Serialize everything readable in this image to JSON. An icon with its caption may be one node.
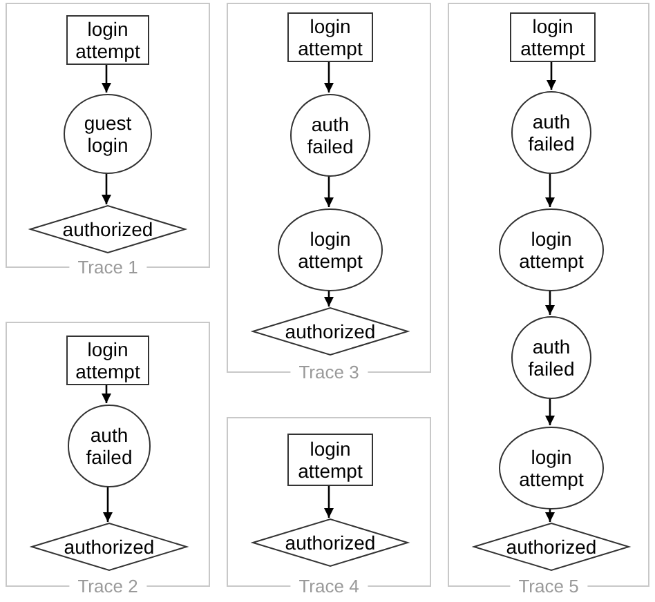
{
  "diagram": {
    "nodes": [
      {
        "text": [
          "Trace 1"
        ]
      },
      {
        "text": [
          "login attempt"
        ],
        "in": 0
      },
      {
        "text": [
          "guest login"
        ],
        "in": 0
      },
      {
        "text": [
          "authorized"
        ],
        "in": 0
      },
      {
        "text": [
          "Trace 2"
        ]
      },
      {
        "text": [
          "login attempt"
        ],
        "in": 4
      },
      {
        "text": [
          "auth failed"
        ],
        "in": 4
      },
      {
        "text": [
          "authorized"
        ],
        "in": 4
      },
      {
        "text": [
          "Trace 3"
        ]
      },
      {
        "text": [
          "login attempt"
        ],
        "in": 8
      },
      {
        "text": [
          "auth failed"
        ],
        "in": 8
      },
      {
        "text": [
          "login attempt"
        ],
        "in": 8
      },
      {
        "text": [
          "authorized"
        ],
        "in": 8
      },
      {
        "text": [
          "Trace 4"
        ]
      },
      {
        "text": [
          "login attempt"
        ],
        "in": 13
      },
      {
        "text": [
          "authorized"
        ],
        "in": 13
      },
      {
        "text": [
          "Trace 5"
        ]
      },
      {
        "text": [
          "login attempt"
        ],
        "in": 16
      },
      {
        "text": [
          "auth failed"
        ],
        "in": 16
      },
      {
        "text": [
          "login attempt"
        ],
        "in": 16
      },
      {
        "text": [
          "auth failed"
        ],
        "in": 16
      },
      {
        "text": [
          "login attempt"
        ],
        "in": 16
      },
      {
        "text": [
          "authorized"
        ],
        "in": 16
      }
    ],
    "edges": [
      {
        "from": 1,
        "to": 2,
        "arrow": "to"
      },
      {
        "from": 2,
        "to": 3,
        "arrow": "to"
      },
      {
        "from": 5,
        "to": 6,
        "arrow": "to"
      },
      {
        "from": 6,
        "to": 7,
        "arrow": "to"
      },
      {
        "from": 9,
        "to": 10,
        "arrow": "to"
      },
      {
        "from": 10,
        "to": 11,
        "arrow": "to"
      },
      {
        "from": 11,
        "to": 12,
        "arrow": "to"
      },
      {
        "from": 14,
        "to": 15,
        "arrow": "to"
      },
      {
        "from": 17,
        "to": 18,
        "arrow": "to"
      },
      {
        "from": 18,
        "to": 19,
        "arrow": "to"
      },
      {
        "from": 19,
        "to": 20,
        "arrow": "to"
      },
      {
        "from": 20,
        "to": 21,
        "arrow": "to"
      },
      {
        "from": 21,
        "to": 22,
        "arrow": "to"
      }
    ]
  }
}
